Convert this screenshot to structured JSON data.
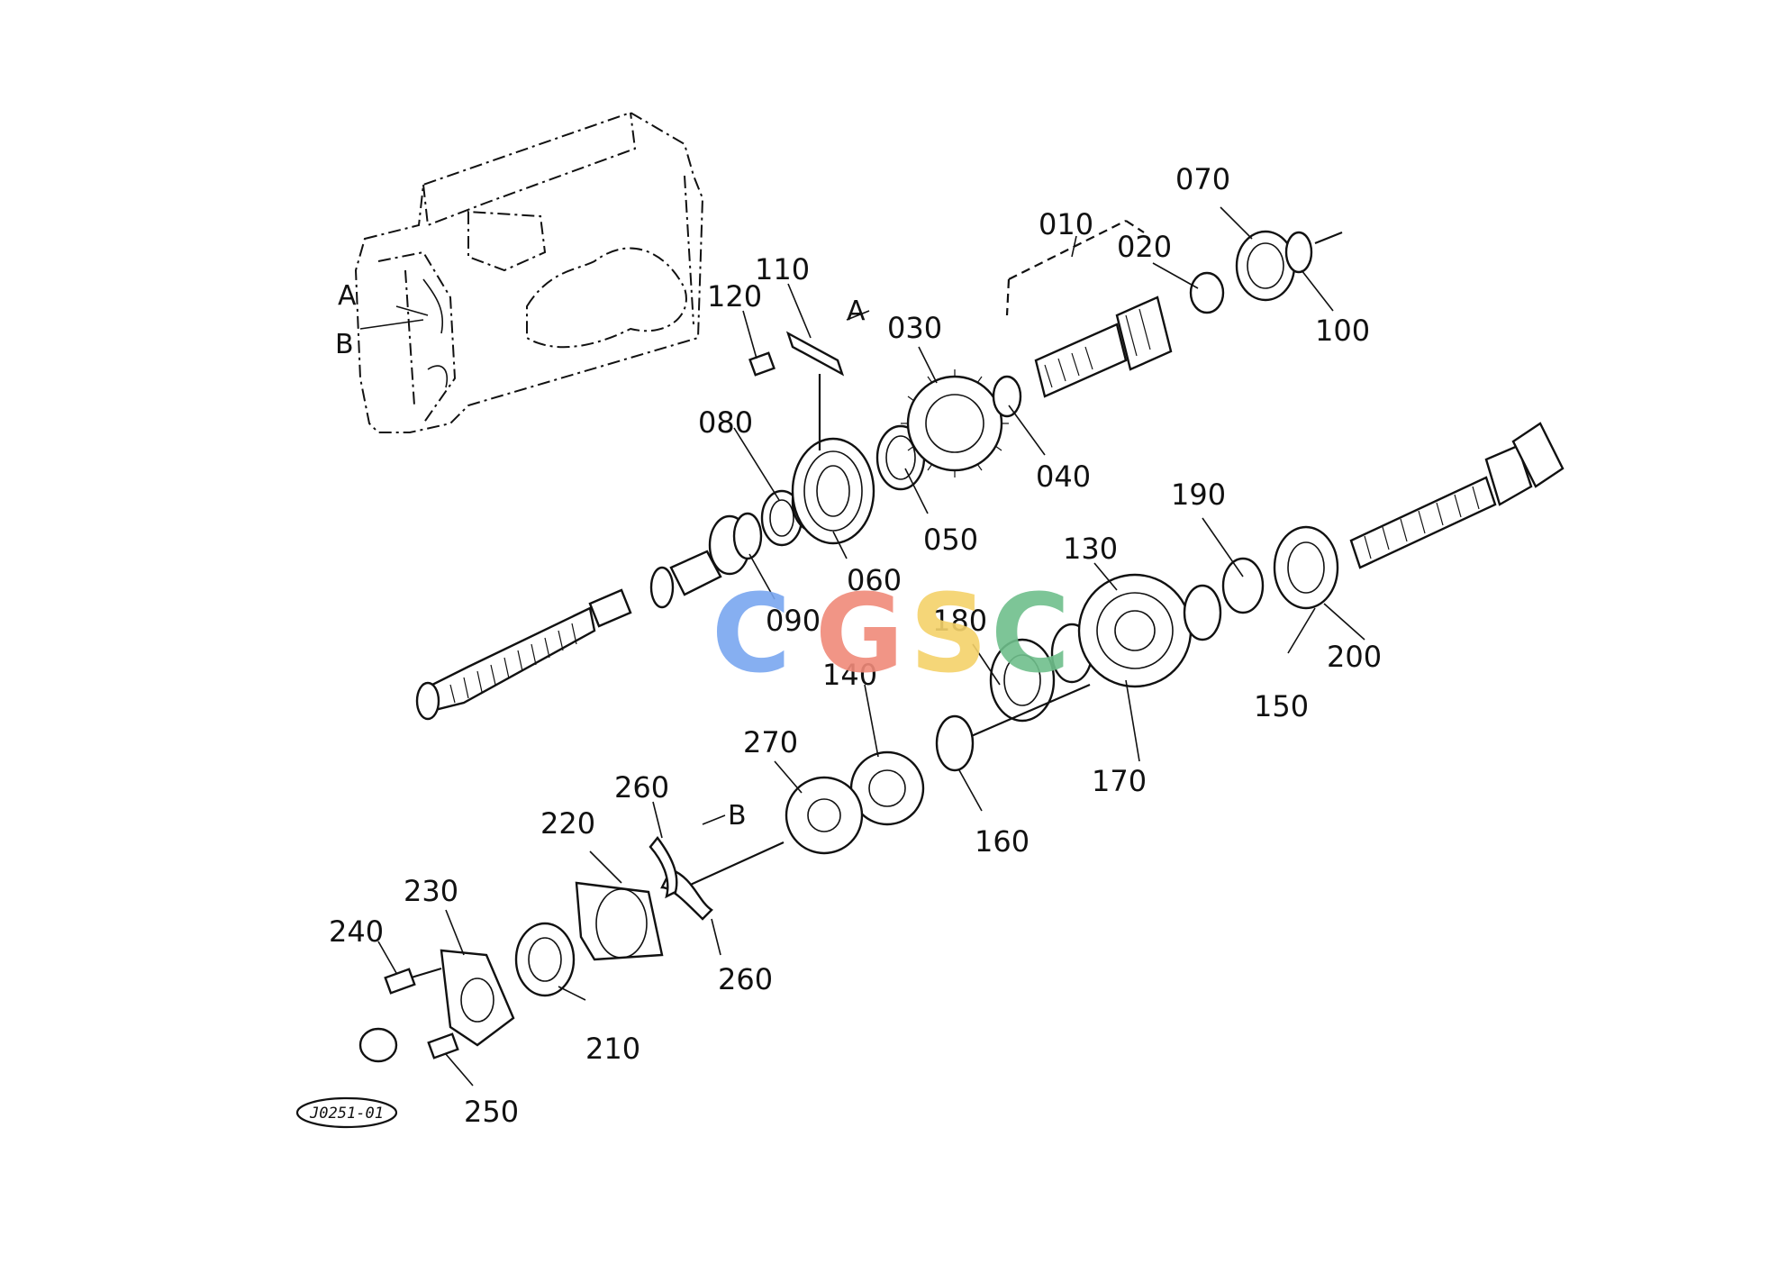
{
  "diagram": {
    "callouts": [
      "010",
      "020",
      "030",
      "040",
      "050",
      "060",
      "070",
      "080",
      "090",
      "100",
      "110",
      "120",
      "130",
      "140",
      "150",
      "160",
      "170",
      "180",
      "190",
      "200",
      "210",
      "220",
      "230",
      "240",
      "250",
      "260",
      "260",
      "270"
    ],
    "reference_letters": [
      "A",
      "B",
      "A",
      "B"
    ],
    "figure_code": "J0251-01"
  },
  "watermark": {
    "letters": [
      "C",
      "G",
      "S",
      "C"
    ],
    "colors": [
      "#7aa7f0",
      "#f08a7a",
      "#f5d26a",
      "#6fbf8c"
    ]
  }
}
